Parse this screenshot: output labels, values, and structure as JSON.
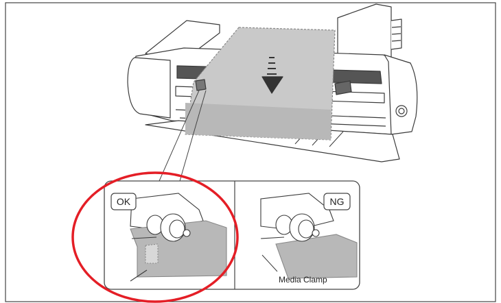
{
  "badges": {
    "ok": "OK",
    "ng": "NG"
  },
  "callout": {
    "media_clamp": "Media Clamp"
  },
  "highlight": {
    "color": "#e41e26"
  },
  "colors": {
    "line": "#3a3a3a",
    "media": "#c9c9c9",
    "media_dark": "#b3b3b3"
  }
}
